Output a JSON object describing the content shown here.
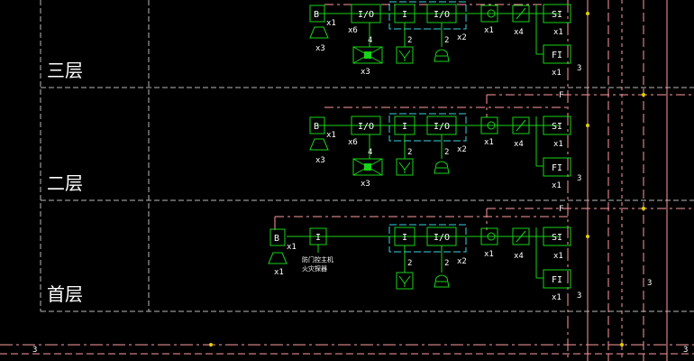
{
  "floors": [
    {
      "label": "三层"
    },
    {
      "label": "二层"
    },
    {
      "label": "首层"
    }
  ],
  "symbols": {
    "B": "B",
    "IO": "I/O",
    "I": "I",
    "SI": "SI",
    "FI": "FI",
    "F": "F"
  },
  "counts": {
    "x1": "x1",
    "x2": "x2",
    "x3": "x3",
    "x4": "x4",
    "x6": "x6"
  },
  "wire_counts": {
    "two": "2",
    "three": "3",
    "four": "4"
  },
  "notes": {
    "fire_door_line1": "防门控主机",
    "fire_door_line2": "火灾探器"
  },
  "colors": {
    "background": "#000000",
    "device": "#19d219",
    "wire_pink": "#ff9aa0",
    "wire_cyan": "#3ccfe0",
    "frame": "#c8c8c8",
    "junction": "#e0d000"
  }
}
